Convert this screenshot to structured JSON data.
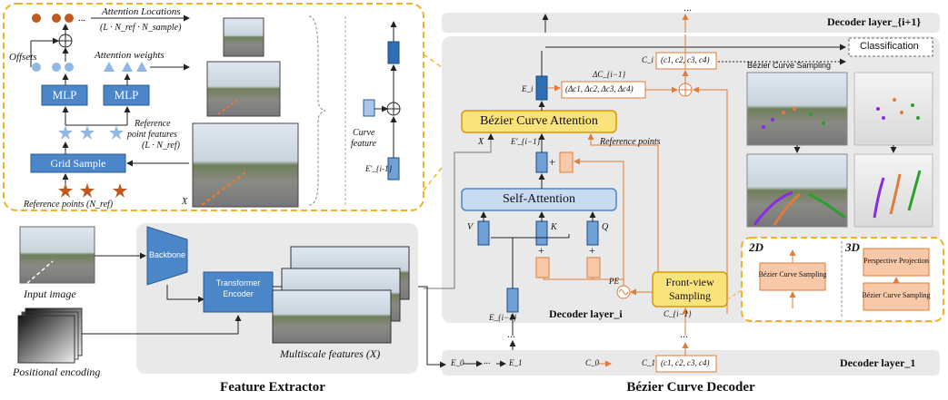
{
  "top_inset": {
    "attention_locations": "Attention Locations",
    "attention_locations_formula": "(L · N_ref · N_sample)",
    "offsets": "Offsets",
    "attention_weights": "Attention weights",
    "mlp_left": "MLP",
    "mlp_right": "MLP",
    "ref_point_features_line1": "Reference",
    "ref_point_features_line2": "point features",
    "ref_point_features_formula": "(L · N_ref)",
    "grid_sample": "Grid Sample",
    "reference_points": "Reference points (N_ref)",
    "x_label": "X",
    "curve_feature_line1": "Curve",
    "curve_feature_line2": "feature",
    "e_prime_label": "E'_{i-1}"
  },
  "decoder_top": {
    "dots": "...",
    "layer_label": "Decoder layer_{i+1}"
  },
  "decoder_main": {
    "classification": "Classification",
    "bezier_sampling": "Bézier Curve Sampling",
    "ci_label": "C_i",
    "ci_tuple": "(c1, c2, c3, c4)",
    "delta_c_label": "ΔC_{i−1}",
    "delta_c_tuple": "(Δc1, Δc2, Δc3, Δc4)",
    "ei_label": "E_i",
    "bezier_attention": "Bézier Curve Attention",
    "x_label": "X",
    "e_prime_label": "E'_{i−1}",
    "plus": "+",
    "reference_points": "Reference points",
    "self_attention": "Self-Attention",
    "v_label": "V",
    "k_label": "K",
    "q_label": "Q",
    "pe_label": "PE",
    "front_view_line1": "Front-view",
    "front_view_line2": "Sampling",
    "e_im1_label": "E_{i−1}",
    "c_im1_label": "C_{i−1}",
    "layer_label": "Decoder layer_i",
    "dots_left": "...",
    "dots_right": "..."
  },
  "decoder_bottom": {
    "e0": "E_0",
    "dots": "...",
    "e1": "E_1",
    "c0": "C_0",
    "c1": "C_1",
    "c1_tuple": "(c1, c2, c3, c4)",
    "layer_label": "Decoder layer_1"
  },
  "sampling_inset": {
    "label_2d": "2D",
    "label_3d": "3D",
    "box_2d": "Bézier Curve Sampling",
    "box_3d_top": "Perspective Projection",
    "box_3d_bottom": "Bézier Curve Sampling"
  },
  "extractor": {
    "input_image": "Input image",
    "positional_encoding": "Positional encoding",
    "backbone": "Backbone",
    "transformer_line1": "Transformer",
    "transformer_line2": "Encoder",
    "multiscale": "Multiscale features  (X)",
    "title": "Feature Extractor"
  },
  "footer": {
    "decoder_title": "Bézier Curve Decoder"
  },
  "colors": {
    "mlp_blue": "#4a86c8",
    "token_blue": "#2e6eb5",
    "attention_yellow": "#fbe37c",
    "orange_box": "#f8c9a8",
    "orange_stroke": "#e07b39",
    "dashed_yellow": "#f0b323",
    "panel_gray": "#e9e9e9",
    "selfatt_blue": "#c9dbf0"
  }
}
